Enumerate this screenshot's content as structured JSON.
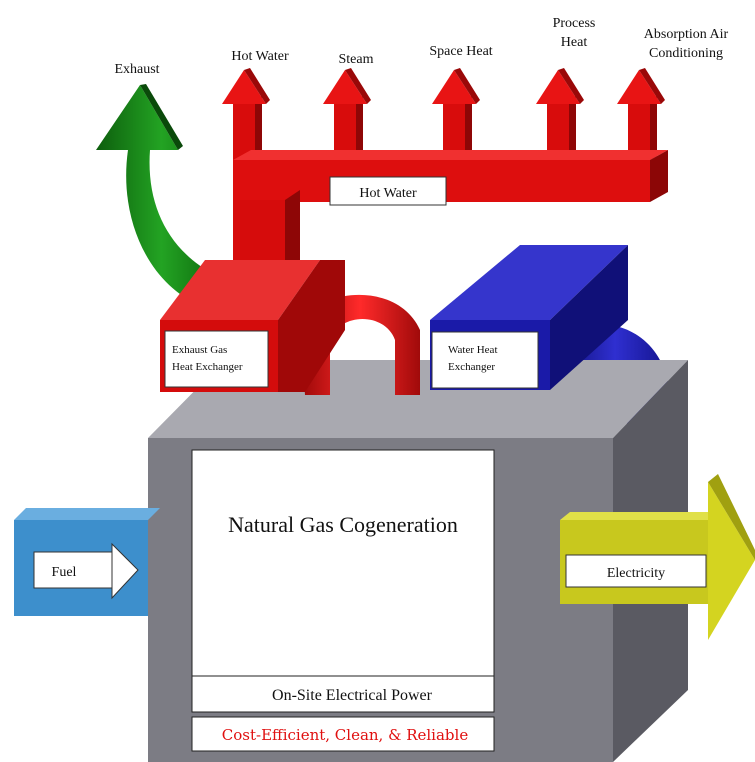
{
  "outputs": {
    "exhaust": "Exhaust",
    "hot_water": "Hot Water",
    "steam": "Steam",
    "space_heat": "Space Heat",
    "process_heat_line1": "Process",
    "process_heat_line2": "Heat",
    "absorption_line1": "Absorption Air",
    "absorption_line2": "Conditioning"
  },
  "manifold_label": "Hot Water",
  "exhaust_gas_hx": {
    "line1": "Exhaust Gas",
    "line2": "Heat Exchanger"
  },
  "water_hx": {
    "line1": "Water Heat",
    "line2": "Exchanger"
  },
  "fuel_label": "Fuel",
  "electricity_label": "Electricity",
  "main_box": {
    "title": "Natural Gas Cogeneration",
    "power_label": "On-Site Electrical Power",
    "tagline": "Cost-Efficient, Clean, & Reliable"
  },
  "colors": {
    "heat_red": "#e01010",
    "exhaust_green": "#1a8a1a",
    "water_blue": "#1a1aa8",
    "fuel_blue": "#3d8fcc",
    "electric_yellow": "#c8c81e",
    "box_gray": "#7a7a80",
    "tagline_red": "#e01010"
  }
}
